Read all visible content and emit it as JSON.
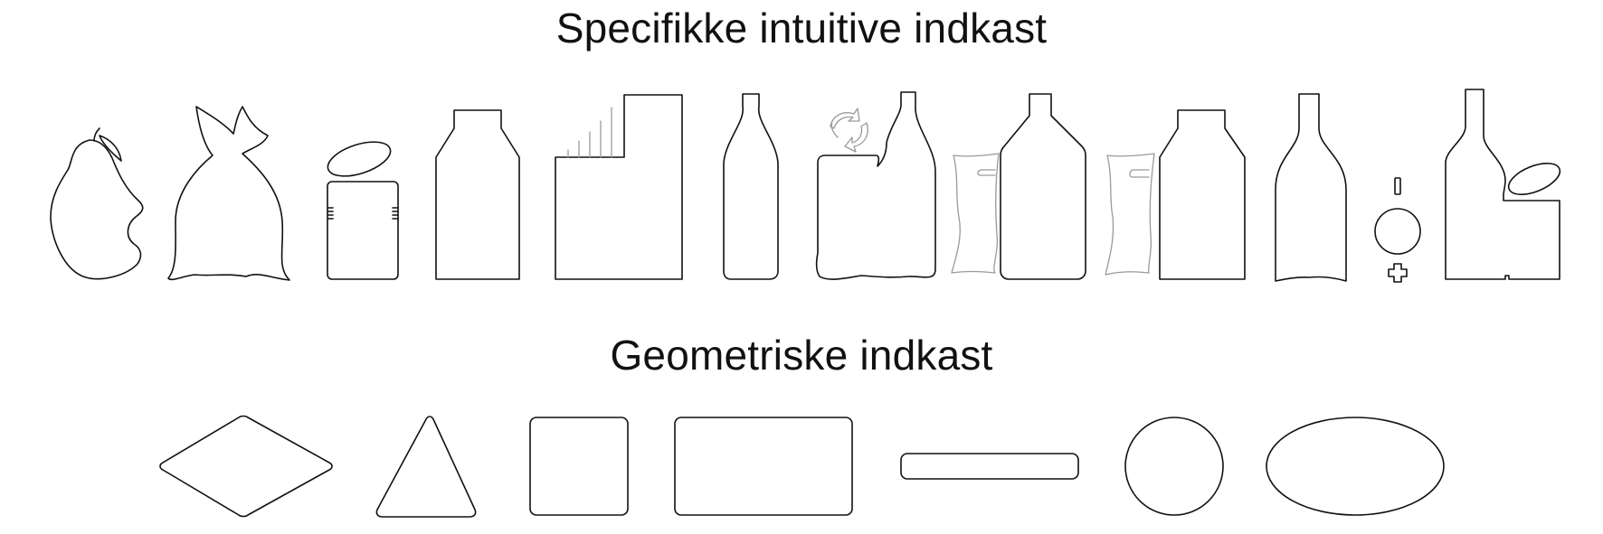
{
  "titles": {
    "specific": "Specifikke intuitive indkast",
    "geometric": "Geometriske indkast"
  },
  "colors": {
    "line": "#111111",
    "secondary_line": "#9a9a9a",
    "background": "#ffffff"
  },
  "specific_icons": [
    "pear-icon",
    "waste-bag-icon",
    "open-can-icon",
    "milk-carton-icon",
    "cardboard-box-icon",
    "bottle-icon",
    "recycle-can-bottle-icon",
    "pouch-bottle-icon",
    "pouch-carton-icon",
    "wine-bottle-icon",
    "battery-icon",
    "bottle-can-combo-icon"
  ],
  "geometric_shapes": [
    "diamond-shape",
    "triangle-shape",
    "square-shape",
    "rectangle-shape",
    "slot-shape",
    "circle-shape",
    "ellipse-shape"
  ]
}
